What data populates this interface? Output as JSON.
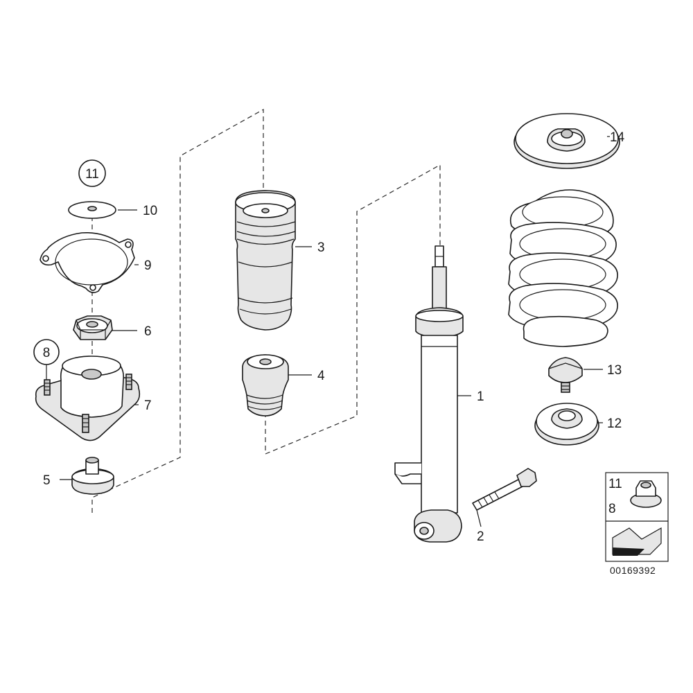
{
  "callouts": {
    "p1": "1",
    "p2": "2",
    "p3": "3",
    "p4": "4",
    "p5": "5",
    "p6": "6",
    "p7": "7",
    "p8": "8",
    "p9": "9",
    "p10": "10",
    "p11": "11",
    "p12": "12",
    "p13": "13",
    "p14": "14"
  },
  "circled_refs": {
    "top": "11",
    "left": "8"
  },
  "legend_box": {
    "ref_upper": "11",
    "ref_lower": "8"
  },
  "diagram_number": "00169392",
  "colors": {
    "line": "#1a1a1a",
    "fill_light": "#e6e6e6",
    "fill_dark": "#c9c9c9"
  }
}
